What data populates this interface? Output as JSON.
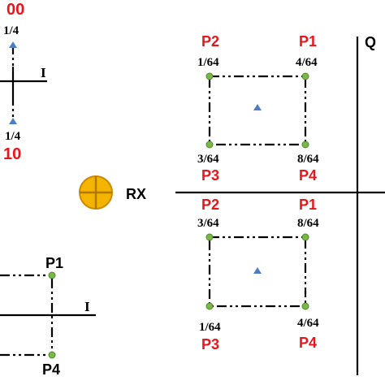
{
  "left_top": {
    "code": "00",
    "frac_upper": "1/4",
    "frac_lower": "1/4",
    "code_lower": "10",
    "axis_label": "I"
  },
  "left_bottom": {
    "p_upper": "P1",
    "p_lower": "P4",
    "axis_label": "I"
  },
  "rx": {
    "label": "RX",
    "icon": "crosshair-circle-icon",
    "color": "#f5b400"
  },
  "right": {
    "axis_q": "Q",
    "upper_box": {
      "p_tl": "P2",
      "p_tr": "P1",
      "p_bl": "P3",
      "p_br": "P4",
      "f_tl": "1/64",
      "f_tr": "4/64",
      "f_bl": "3/64",
      "f_br": "8/64"
    },
    "lower_box": {
      "p_tl": "P2",
      "p_tr": "P1",
      "p_bl": "P3",
      "p_br": "P4",
      "f_tl": "3/64",
      "f_tr": "8/64",
      "f_bl": "1/64",
      "f_br": "4/64"
    }
  },
  "colors": {
    "label_red": "#e8151b",
    "point_green": "#7ab648",
    "triangle_blue": "#4a7fc1"
  }
}
